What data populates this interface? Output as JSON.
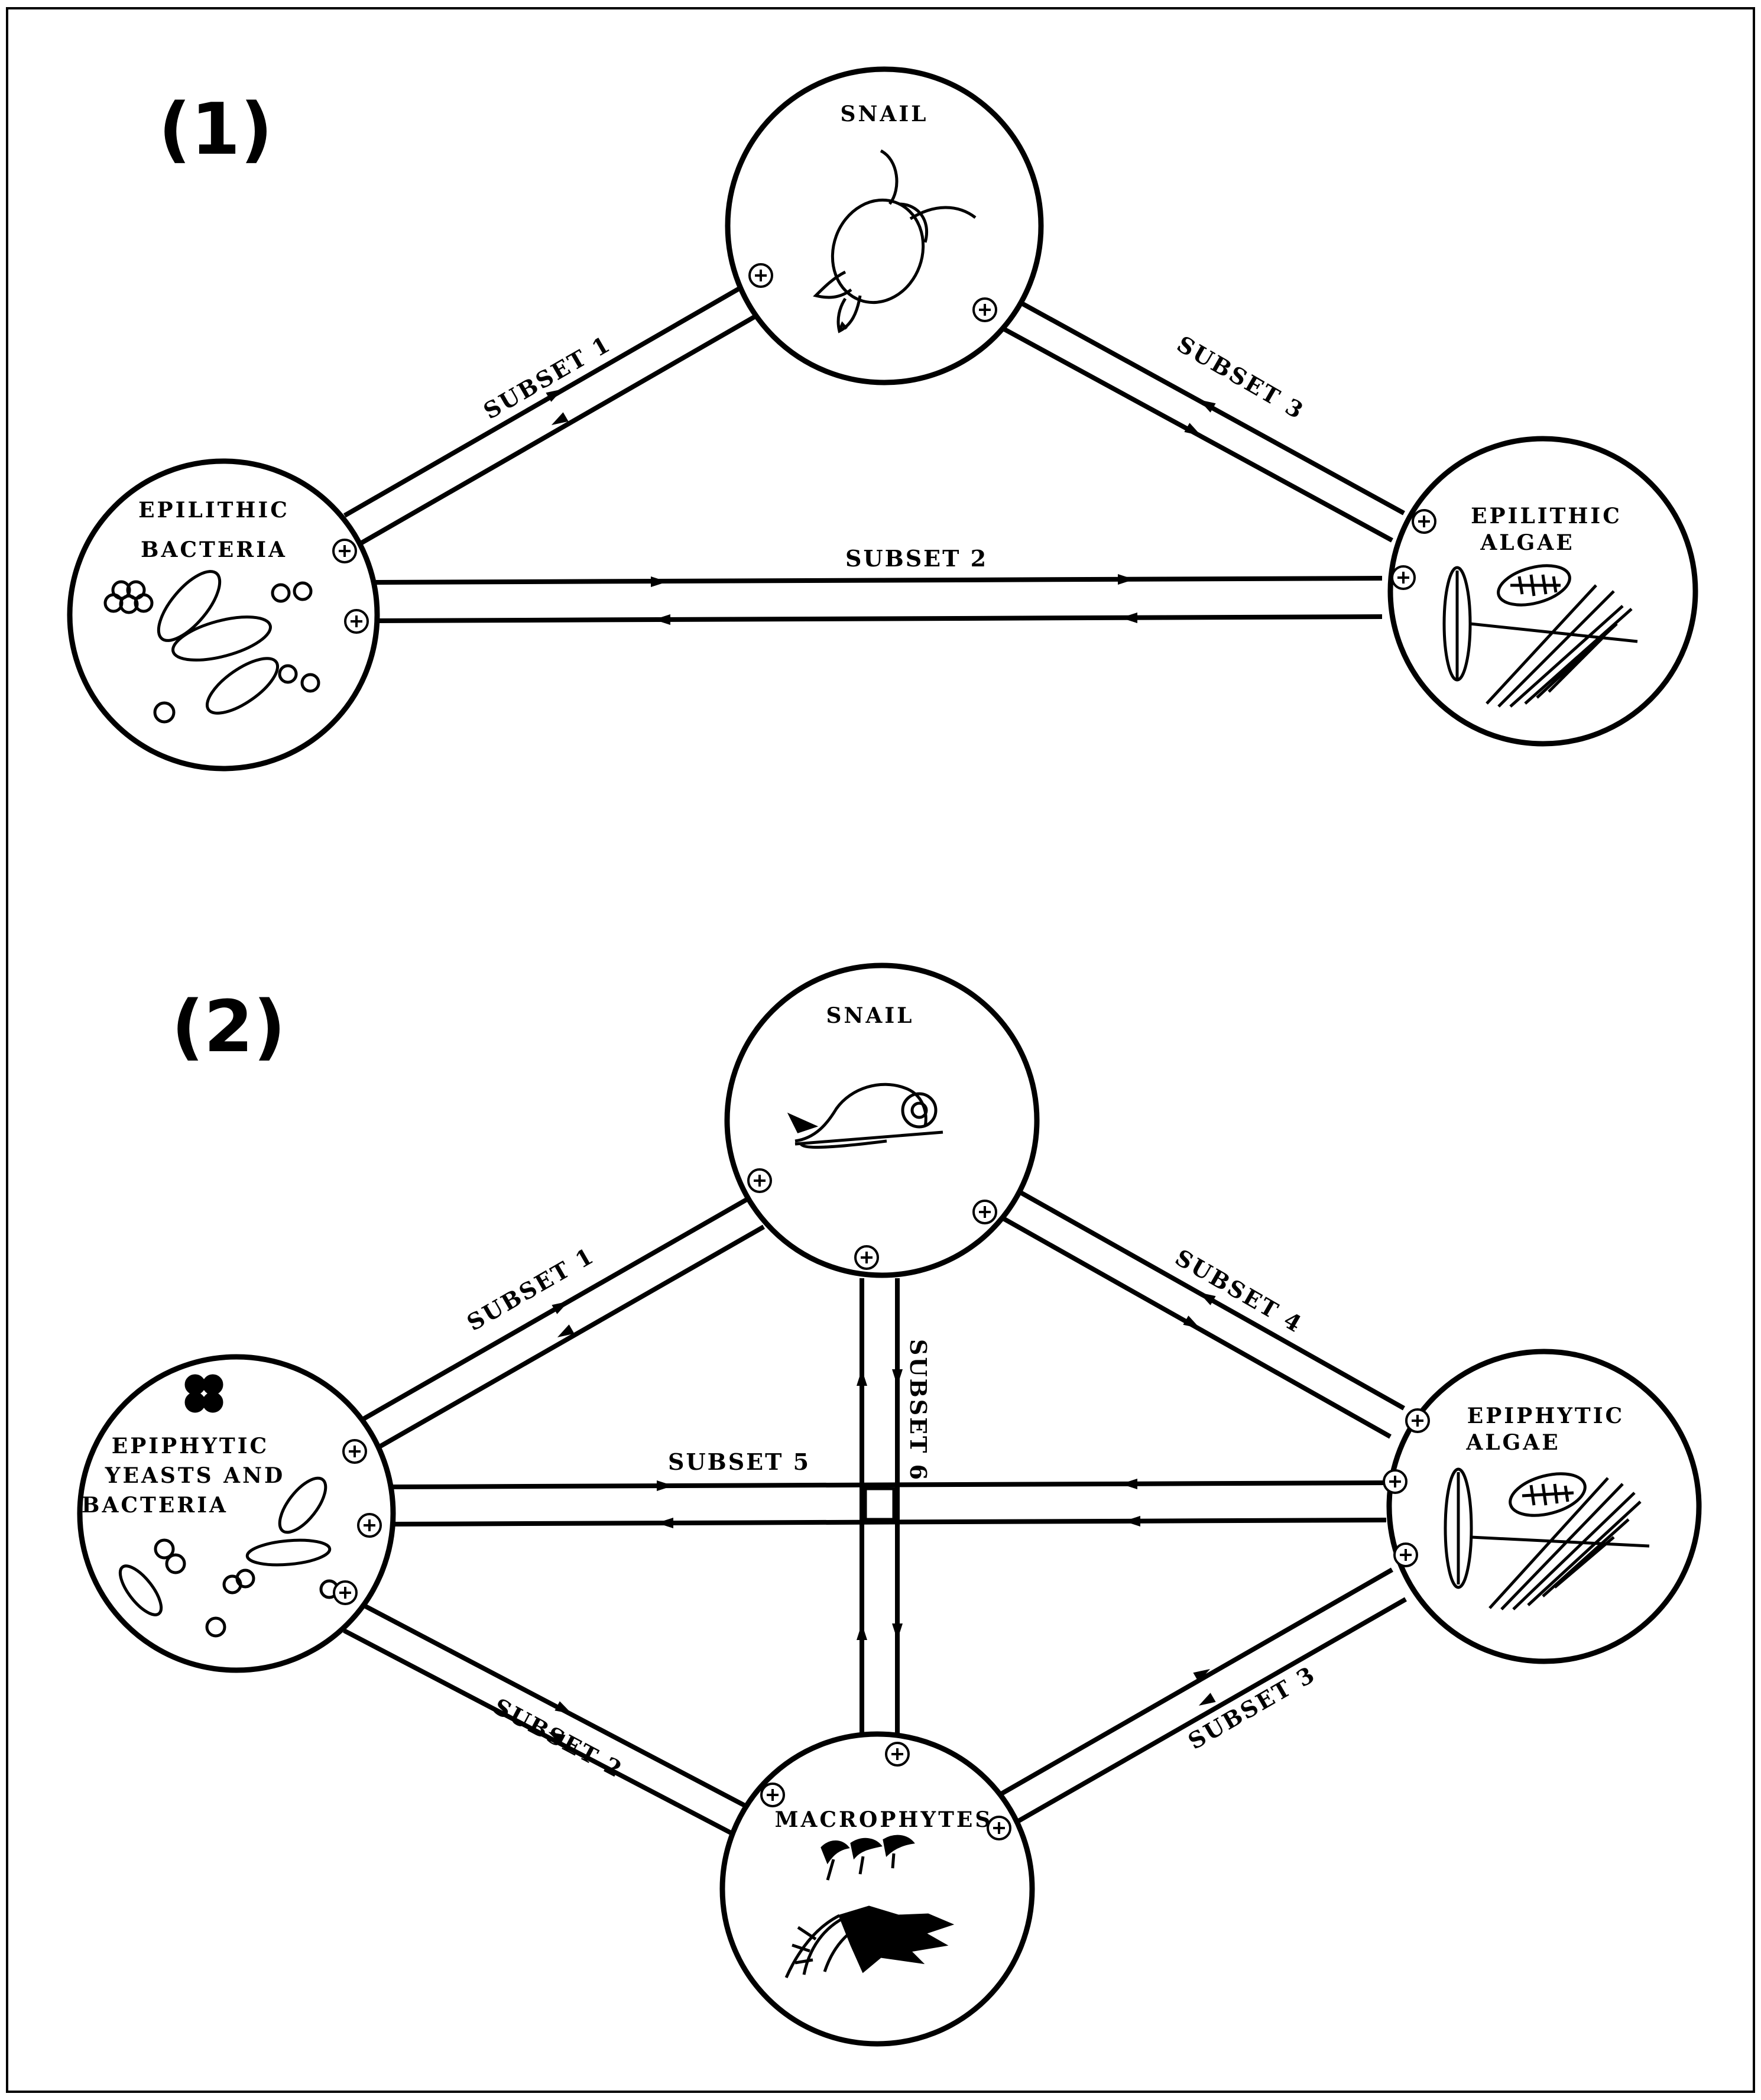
{
  "panels": [
    {
      "label": "(1)",
      "nodes": {
        "snail": {
          "label": "SNAIL",
          "icon": "snail-top-view-icon"
        },
        "bacteria": {
          "lines": [
            "EPILITHIC",
            "BACTERIA"
          ],
          "icon": "bacteria-cells-icon"
        },
        "algae": {
          "lines": [
            "EPILITHIC",
            "ALGAE"
          ],
          "icon": "algae-diatoms-icon"
        }
      },
      "subsets": [
        "SUBSET 1",
        "SUBSET 2",
        "SUBSET 3"
      ]
    },
    {
      "label": "(2)",
      "nodes": {
        "snail": {
          "label": "SNAIL",
          "icon": "snail-side-view-icon"
        },
        "yeasts": {
          "lines": [
            "EPIPHYTIC",
            "YEASTS AND",
            "BACTERIA"
          ],
          "icon": "yeasts-bacteria-icon"
        },
        "algae": {
          "lines": [
            "EPIPHYTIC",
            "ALGAE"
          ],
          "icon": "algae-diatoms-icon"
        },
        "macrophytes": {
          "label": "MACROPHYTES",
          "icon": "macrophyte-plants-icon"
        }
      },
      "subsets": [
        "SUBSET 1",
        "SUBSET 2",
        "SUBSET 3",
        "SUBSET 4",
        "SUBSET 5",
        "SUBSET 6"
      ]
    }
  ],
  "colors": {
    "ink": "#000000",
    "background": "#ffffff"
  }
}
